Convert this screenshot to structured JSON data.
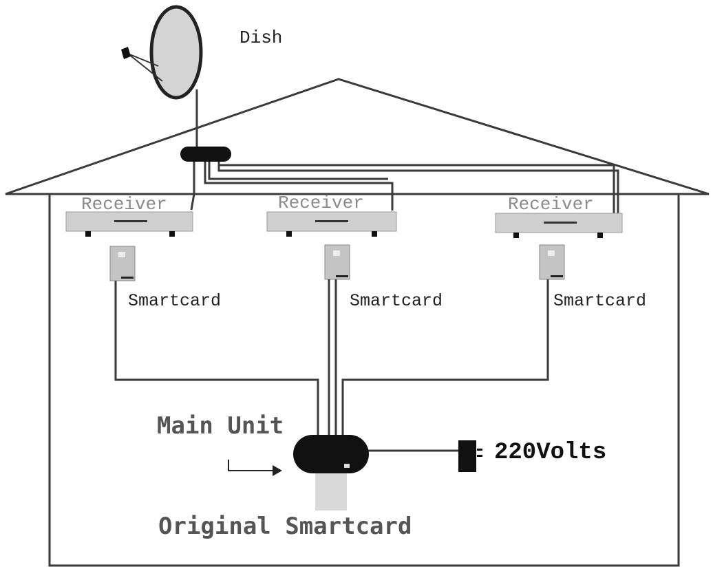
{
  "labels": {
    "dish": "Dish",
    "receiver": "Receiver",
    "smartcard": "Smartcard",
    "main_unit": "Main Unit",
    "volts": "220Volts",
    "original_smartcard": "Original Smartcard"
  },
  "colors": {
    "line": "#3a3a3a",
    "dark": "#111111",
    "receiver_fill": "#cfcfcf",
    "smartcard_fill": "#c4c4c4",
    "dish_fill": "#d4d4d4",
    "card_fill": "#d9d9d9",
    "faint_text": "#8a8a8a",
    "label_text": "#222222",
    "display_text": "#555555"
  }
}
